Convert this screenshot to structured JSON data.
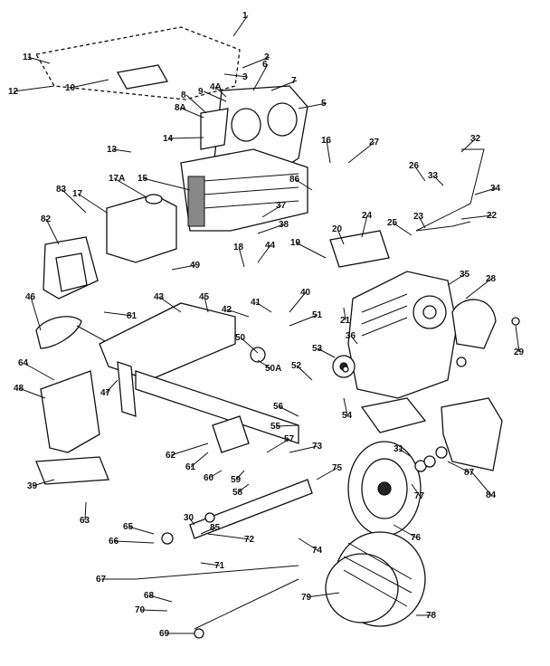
{
  "callouts": [
    "1",
    "2",
    "3",
    "4A",
    "5",
    "6",
    "7",
    "8",
    "8A",
    "9",
    "10",
    "11",
    "12",
    "13",
    "14",
    "15",
    "16",
    "17",
    "17A",
    "18",
    "19",
    "20",
    "21",
    "22",
    "23",
    "24",
    "25",
    "26",
    "27",
    "28",
    "29",
    "30",
    "31",
    "32",
    "33",
    "34",
    "35",
    "36",
    "37",
    "38",
    "39",
    "40",
    "41",
    "42",
    "43",
    "44",
    "45",
    "46",
    "47",
    "48",
    "49",
    "50",
    "50A",
    "51",
    "52",
    "53",
    "54",
    "55",
    "56",
    "57",
    "58",
    "59",
    "60",
    "61",
    "62",
    "63",
    "64",
    "65",
    "66",
    "67",
    "68",
    "69",
    "70",
    "71",
    "72",
    "73",
    "74",
    "75",
    "76",
    "77",
    "78",
    "79",
    "81",
    "82",
    "83",
    "84",
    "85",
    "86",
    "87"
  ]
}
